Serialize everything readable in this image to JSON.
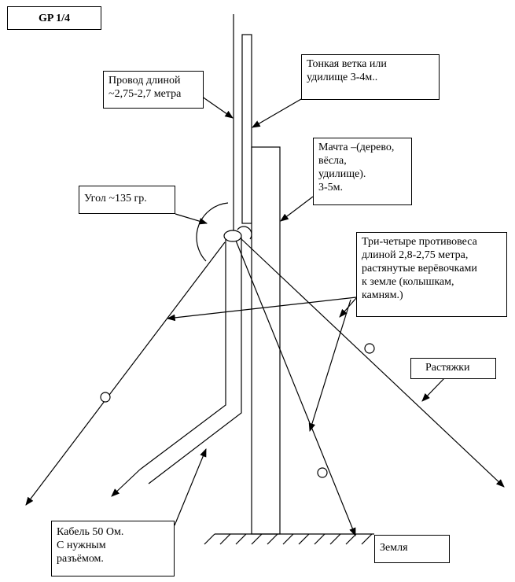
{
  "title": "GP 1/4",
  "labels": {
    "wire": "Провод длиной\n~2,75-2,7 метра",
    "branch": "Тонкая ветка или\nудилище 3-4м..",
    "mast": "Мачта –(дерево,\nвёсла,\nудилище).\n3-5м.",
    "angle": "Угол ~135 гр.",
    "radials": "Три-четыре противовеса\nдлиной 2,8-2,75 метра,\nрастянутые верёвочками\nк земле (колышкам,\nкамням.)",
    "guys": "Растяжки",
    "cable": "Кабель 50 Ом.\nС нужным\nразъёмом.",
    "ground": "Земля"
  }
}
